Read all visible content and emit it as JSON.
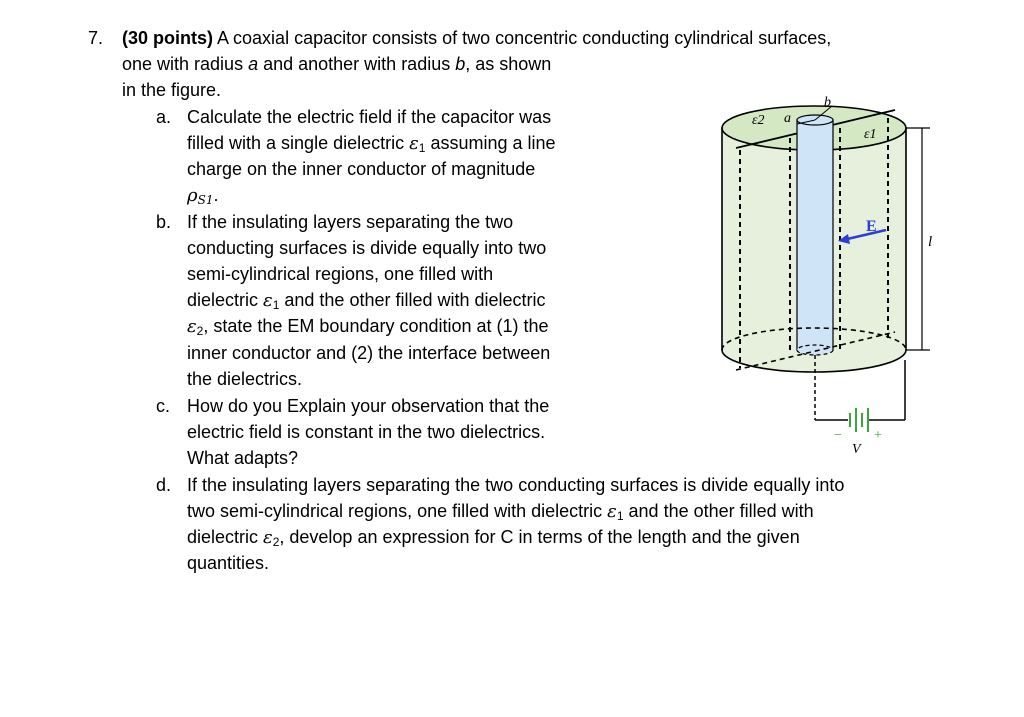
{
  "question": {
    "number": "7.",
    "points": "(30 points)",
    "intro_line1": " A coaxial capacitor consists of two concentric conducting cylindrical surfaces,",
    "intro_line2_pre": "one with radius ",
    "intro_a": "a",
    "intro_line2_mid": " and another with radius ",
    "intro_b": "b",
    "intro_line2_post": ", as shown",
    "intro_line3": "in the figure."
  },
  "parts": {
    "a": {
      "letter": "a.",
      "l1": "Calculate the electric field if the capacitor was",
      "l2_pre": "filled with a single dielectric ",
      "eps": "ε",
      "eps_sub": "1",
      "l2_post": "  assuming a line",
      "l3": "charge on the inner conductor of magnitude",
      "rho": "ρ",
      "rho_sub": "S1",
      "rho_end": "."
    },
    "b": {
      "letter": "b.",
      "l1": "If the insulating layers separating the two",
      "l2": "conducting surfaces is divide equally into two",
      "l3": "semi-cylindrical regions, one filled with",
      "l4_pre": "dielectric ",
      "eps1": "ε",
      "eps1_sub": "1",
      "l4_post": " and the other filled with dielectric",
      "eps2": "ε",
      "eps2_sub": "2",
      "l5_post": ",  state the EM boundary condition at (1) the",
      "l6": "inner conductor and (2) the interface between",
      "l7": "the dielectrics."
    },
    "c": {
      "letter": "c.",
      "l1": "How do you Explain your observation that the",
      "l2": "electric field is constant in the two dielectrics.",
      "l3": "What adapts?"
    },
    "d": {
      "letter": "d.",
      "l1": "If the insulating layers separating the two conducting surfaces is divide equally into",
      "l2_pre": "two semi-cylindrical regions, one filled with dielectric ",
      "eps1": "ε",
      "eps1_sub": "1",
      "l2_post": " and the other filled with",
      "l3_pre": "dielectric ",
      "eps2": "ε",
      "eps2_sub": "2",
      "l3_post": ", develop an expression for C in terms of the length and the given",
      "l4": "quantities."
    }
  },
  "figure": {
    "label_eps2": "ε2",
    "label_a": "a",
    "label_b": "b",
    "label_eps1": "ε1",
    "label_E": "E",
    "label_l": "l",
    "label_minus": "−",
    "label_plus": "+",
    "label_V": "V",
    "colors": {
      "dielectric_fill": "#e6f0dc",
      "top_fill": "#d4e8c4",
      "inner_conductor": "#cfe4f7",
      "arrow": "#2b3ed6",
      "battery": "#3aa63a"
    }
  }
}
